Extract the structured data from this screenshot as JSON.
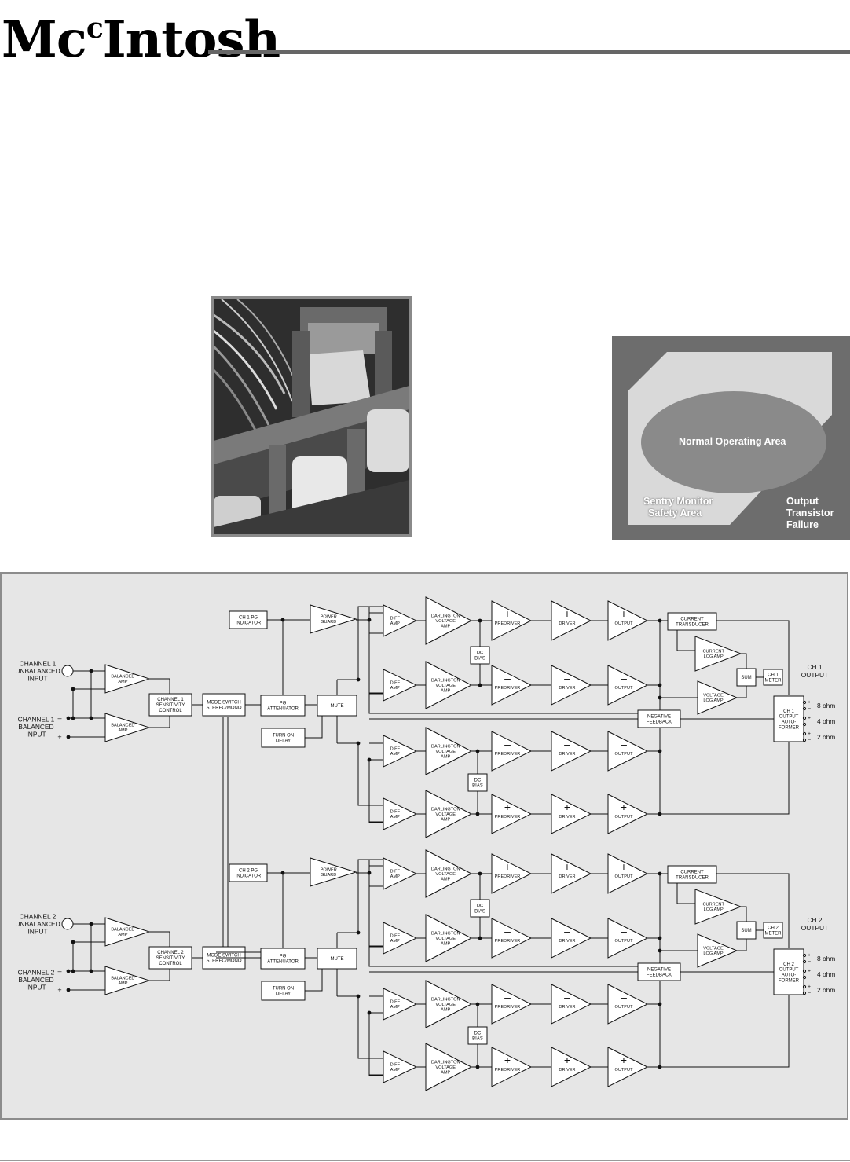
{
  "header": {
    "brand_main": "Mc",
    "brand_c": "c",
    "brand_rest": "Intosh"
  },
  "soa": {
    "normal": "Normal Operating Area",
    "sentry_line1": "Sentry Monitor",
    "sentry_line2": "Safety Area",
    "failure_line1": "Output",
    "failure_line2": "Transistor",
    "failure_line3": "Failure"
  },
  "diagram": {
    "ch1": {
      "unbal": [
        "CHANNEL 1",
        "UNBALANCED",
        "INPUT"
      ],
      "bal": [
        "CHANNEL 1",
        "BALANCED",
        "INPUT"
      ],
      "sens": [
        "CHANNEL 1",
        "SENSITIVITY",
        "CONTROL"
      ],
      "pg_ind": [
        "CH 1 PG",
        "INDICATOR"
      ],
      "meter": [
        "CH 1",
        "METER"
      ],
      "output_title": [
        "CH 1",
        "OUTPUT"
      ],
      "autoformer": [
        "CH 1",
        "OUTPUT",
        "AUTO-",
        "FORMER"
      ]
    },
    "ch2": {
      "unbal": [
        "CHANNEL 2",
        "UNBALANCED",
        "INPUT"
      ],
      "bal": [
        "CHANNEL 2",
        "BALANCED",
        "INPUT"
      ],
      "sens": [
        "CHANNEL 2",
        "SENSITIVITY",
        "CONTROL"
      ],
      "pg_ind": [
        "CH 2 PG",
        "INDICATOR"
      ],
      "meter": [
        "CH 2",
        "METER"
      ],
      "output_title": [
        "CH 2",
        "OUTPUT"
      ],
      "autoformer": [
        "CH 2",
        "OUTPUT",
        "AUTO-",
        "FORMER"
      ]
    },
    "labels": {
      "balanced_amp": [
        "BALANCED",
        "AMP"
      ],
      "mode_switch": [
        "MODE SWITCH",
        "STEREO/MONO"
      ],
      "pg_attenuator": [
        "PG",
        "ATTENUATOR"
      ],
      "mute": "MUTE",
      "turn_on_delay": [
        "TURN ON",
        "DELAY"
      ],
      "power_guard": [
        "POWER",
        "GUARD"
      ],
      "diff_amp": [
        "DIFF",
        "AMP"
      ],
      "darlington": [
        "DARLINGTON",
        "VOLTAGE",
        "AMP"
      ],
      "predriver": "PREDRIVER",
      "driver": "DRIVER",
      "output": "OUTPUT",
      "dc_bias": [
        "DC",
        "BIAS"
      ],
      "current_transducer": [
        "CURRENT",
        "TRANSDUCER"
      ],
      "current_log_amp": [
        "CURRENT",
        "LOG AMP"
      ],
      "voltage_log_amp": [
        "VOLTAGE",
        "LOG AMP"
      ],
      "sum": "SUM",
      "negative_feedback": [
        "NEGATIVE",
        "FEEDBACK"
      ],
      "ohm8": "8 ohm",
      "ohm4": "4 ohm",
      "ohm2": "2 ohm",
      "plus": "+",
      "minus": "–"
    }
  }
}
